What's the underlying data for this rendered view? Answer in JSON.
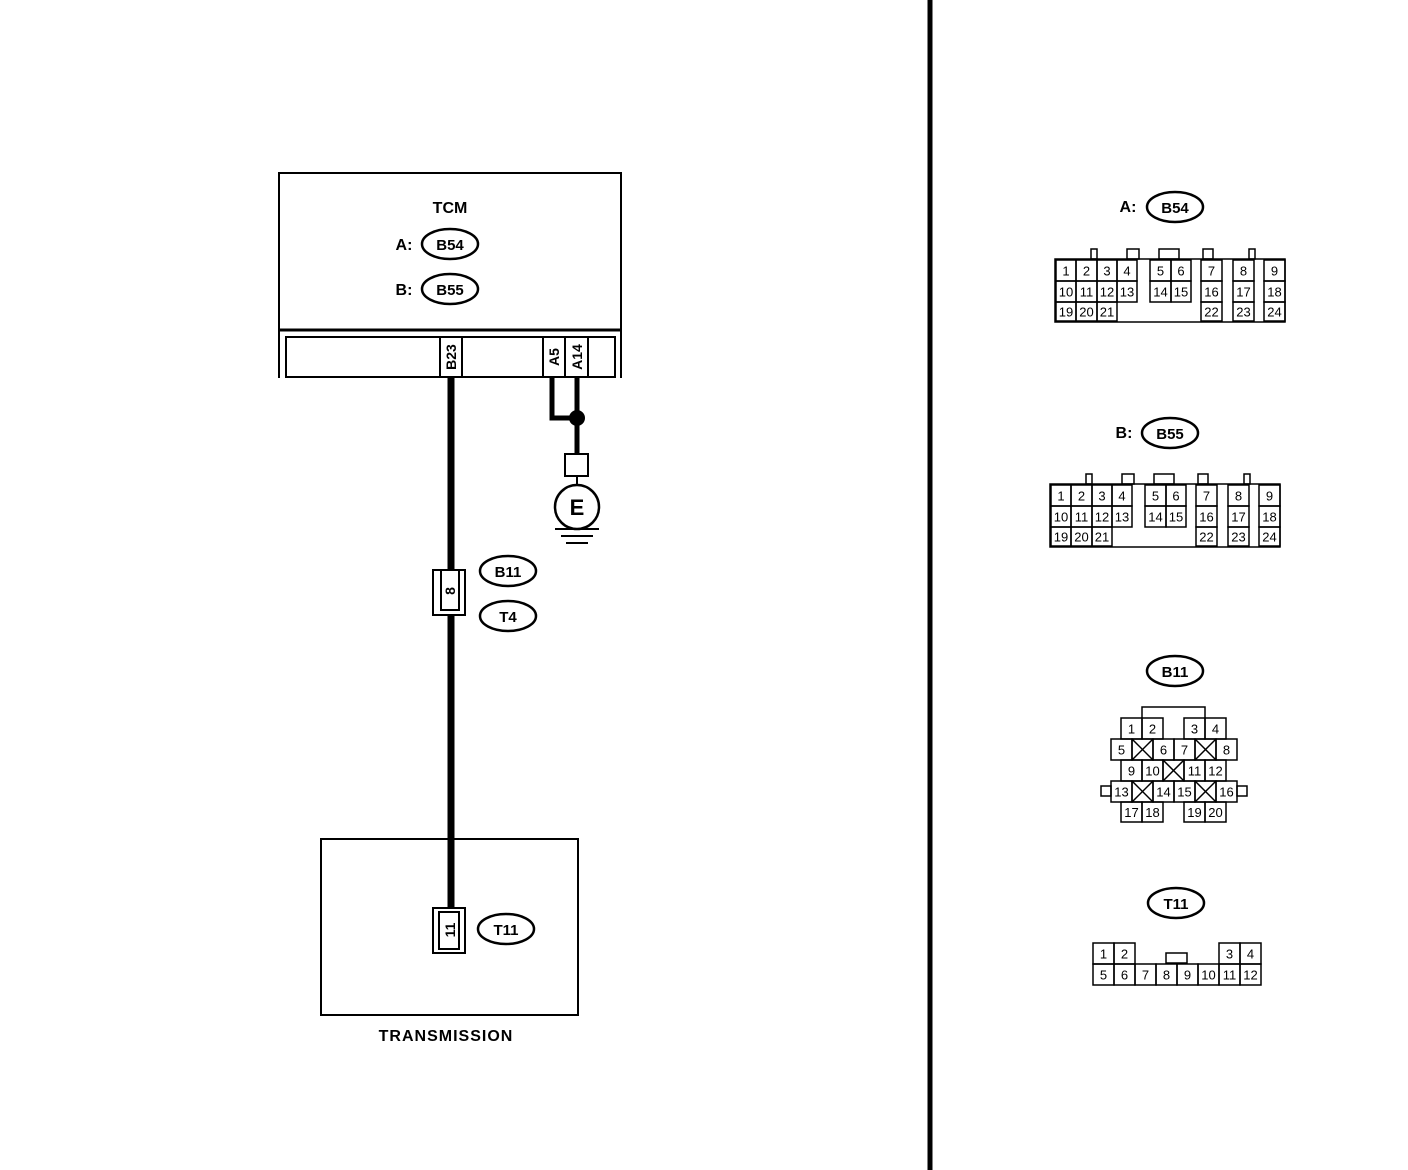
{
  "tcm": {
    "title": "TCM",
    "connectors": [
      {
        "prefix": "A:",
        "id": "B54"
      },
      {
        "prefix": "B:",
        "id": "B55"
      }
    ],
    "terminals": {
      "b23": "B23",
      "a5": "A5",
      "a14": "A14"
    }
  },
  "ground": {
    "label": "E"
  },
  "inline_connector": {
    "pin": "8",
    "ids": [
      "B11",
      "T4"
    ]
  },
  "transmission": {
    "label": "TRANSMISSION",
    "pin": "11",
    "connector_id": "T11"
  },
  "connector_views": {
    "b54": {
      "prefix": "A:",
      "id": "B54",
      "rows": [
        [
          "1",
          "2",
          "3",
          "4",
          "5",
          "6",
          "7",
          "8",
          "9"
        ],
        [
          "10",
          "11",
          "12",
          "13",
          "14",
          "15",
          "16",
          "17",
          "18"
        ],
        [
          "19",
          "20",
          "21",
          "22",
          "23",
          "24"
        ]
      ]
    },
    "b55": {
      "prefix": "B:",
      "id": "B55",
      "rows": [
        [
          "1",
          "2",
          "3",
          "4",
          "5",
          "6",
          "7",
          "8",
          "9"
        ],
        [
          "10",
          "11",
          "12",
          "13",
          "14",
          "15",
          "16",
          "17",
          "18"
        ],
        [
          "19",
          "20",
          "21",
          "22",
          "23",
          "24"
        ]
      ]
    },
    "b11": {
      "id": "B11",
      "rows": [
        [
          "1",
          "2",
          "3",
          "4"
        ],
        [
          "5",
          "6",
          "7",
          "8"
        ],
        [
          "9",
          "10",
          "11",
          "12"
        ],
        [
          "13",
          "14",
          "15",
          "16"
        ],
        [
          "17",
          "18",
          "19",
          "20"
        ]
      ]
    },
    "t11": {
      "id": "T11",
      "rows": [
        [
          "1",
          "2",
          "3",
          "4"
        ],
        [
          "5",
          "6",
          "7",
          "8",
          "9",
          "10",
          "11",
          "12"
        ]
      ]
    }
  }
}
